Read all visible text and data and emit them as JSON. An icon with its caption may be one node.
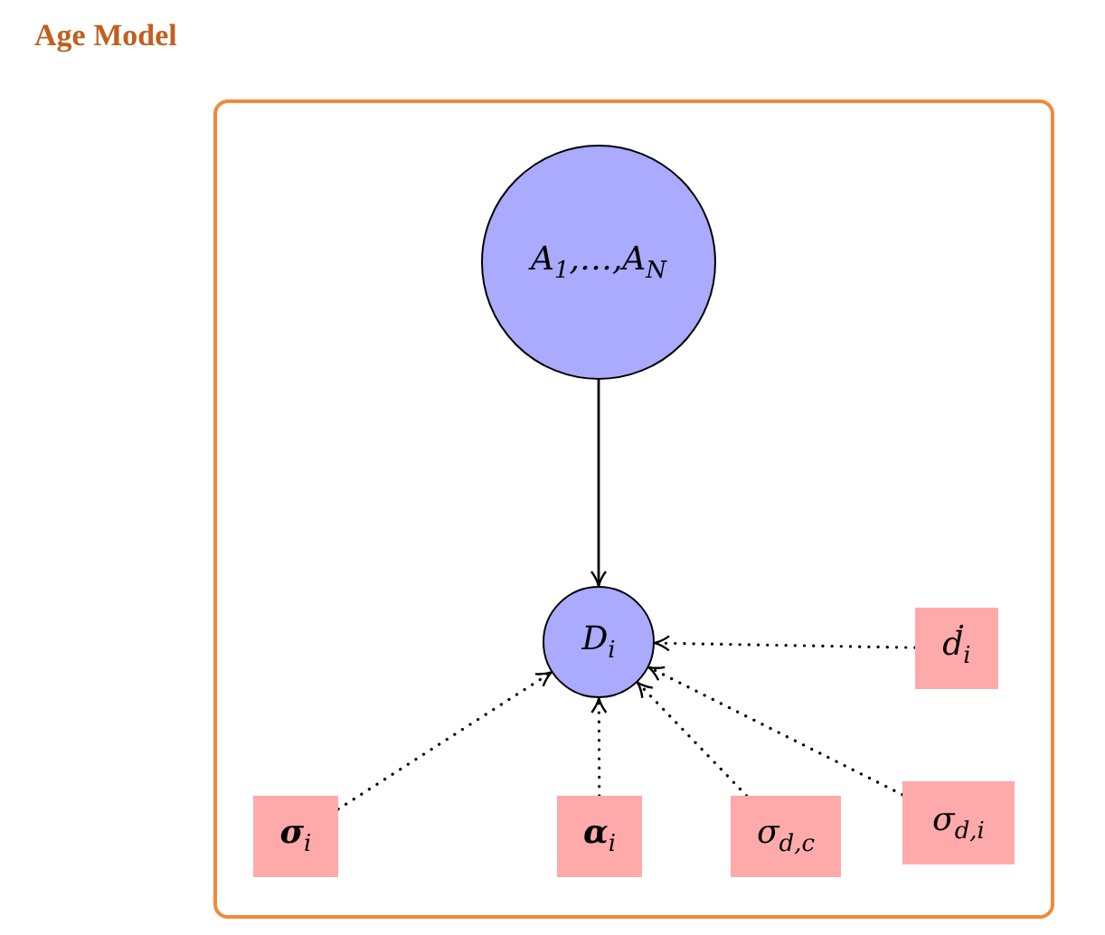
{
  "diagram": {
    "title": "Age Model",
    "nodes": [
      {
        "text": [],
        "shape": "box"
      },
      {
        "text": [
          "A$_{1}$,…,A$_{N}$"
        ],
        "in": 0
      },
      {
        "text": [
          "D$_{i}$"
        ],
        "in": 0
      },
      {
        "text": [
          "ḋ$_{i}$"
        ],
        "in": 0
      },
      {
        "text": [
          "**σ**$_{i}$"
        ],
        "in": 0
      },
      {
        "text": [
          "**α**$_{i}$"
        ],
        "in": 0
      },
      {
        "text": [
          "σ$_{d,c}$"
        ],
        "in": 0
      },
      {
        "text": [
          "σ$_{d,i}$"
        ],
        "in": 0
      }
    ],
    "edges": [
      {
        "from": 1,
        "to": 2,
        "arrow": "to"
      },
      {
        "from": 3,
        "to": 2,
        "arrow": "to",
        "style": "dashed"
      },
      {
        "from": 4,
        "to": 2,
        "arrow": "to",
        "style": "dashed"
      },
      {
        "from": 5,
        "to": 2,
        "arrow": "to",
        "style": "dashed"
      },
      {
        "from": 6,
        "to": 2,
        "arrow": "to",
        "style": "dashed"
      },
      {
        "from": 7,
        "to": 2,
        "arrow": "to",
        "style": "dashed"
      }
    ]
  }
}
